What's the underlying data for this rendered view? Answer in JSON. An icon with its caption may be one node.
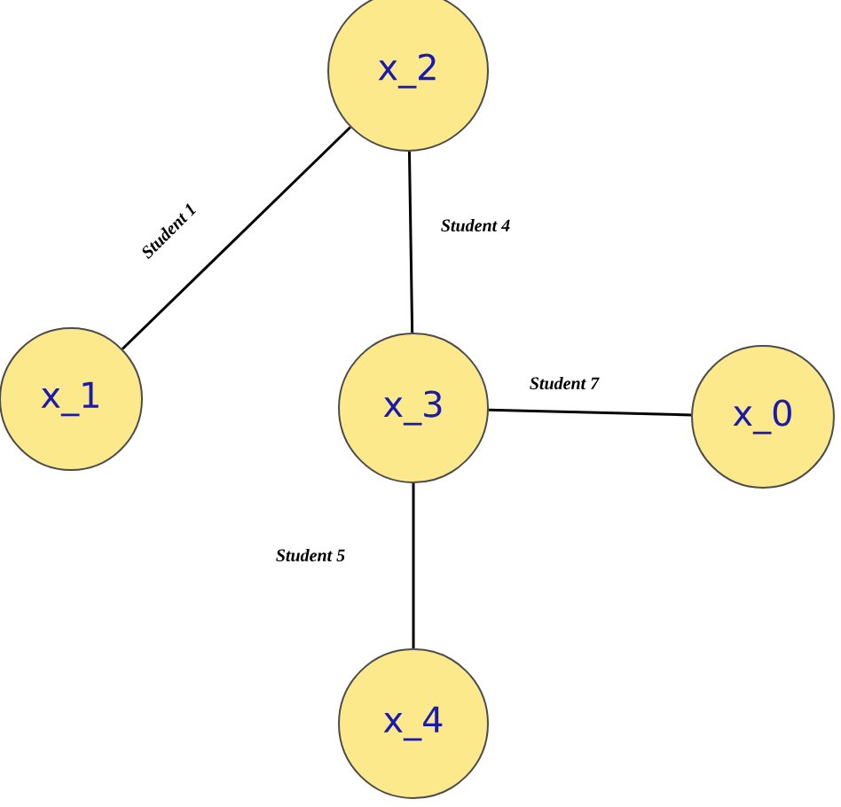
{
  "diagram": {
    "nodes": [
      {
        "text": [
          "x_2"
        ]
      },
      {
        "text": [
          "x_1"
        ]
      },
      {
        "text": [
          "x_3"
        ]
      },
      {
        "text": [
          "x_0"
        ]
      },
      {
        "text": [
          "x_4"
        ]
      }
    ],
    "edges": [
      {
        "from": 1,
        "to": 0,
        "arrow": "none",
        "label": "Student 1"
      },
      {
        "from": 0,
        "to": 2,
        "arrow": "none",
        "label": "Student 4"
      },
      {
        "from": 2,
        "to": 3,
        "arrow": "none",
        "label": "Student 7"
      },
      {
        "from": 2,
        "to": 4,
        "arrow": "none",
        "label": "Student 5"
      }
    ]
  }
}
